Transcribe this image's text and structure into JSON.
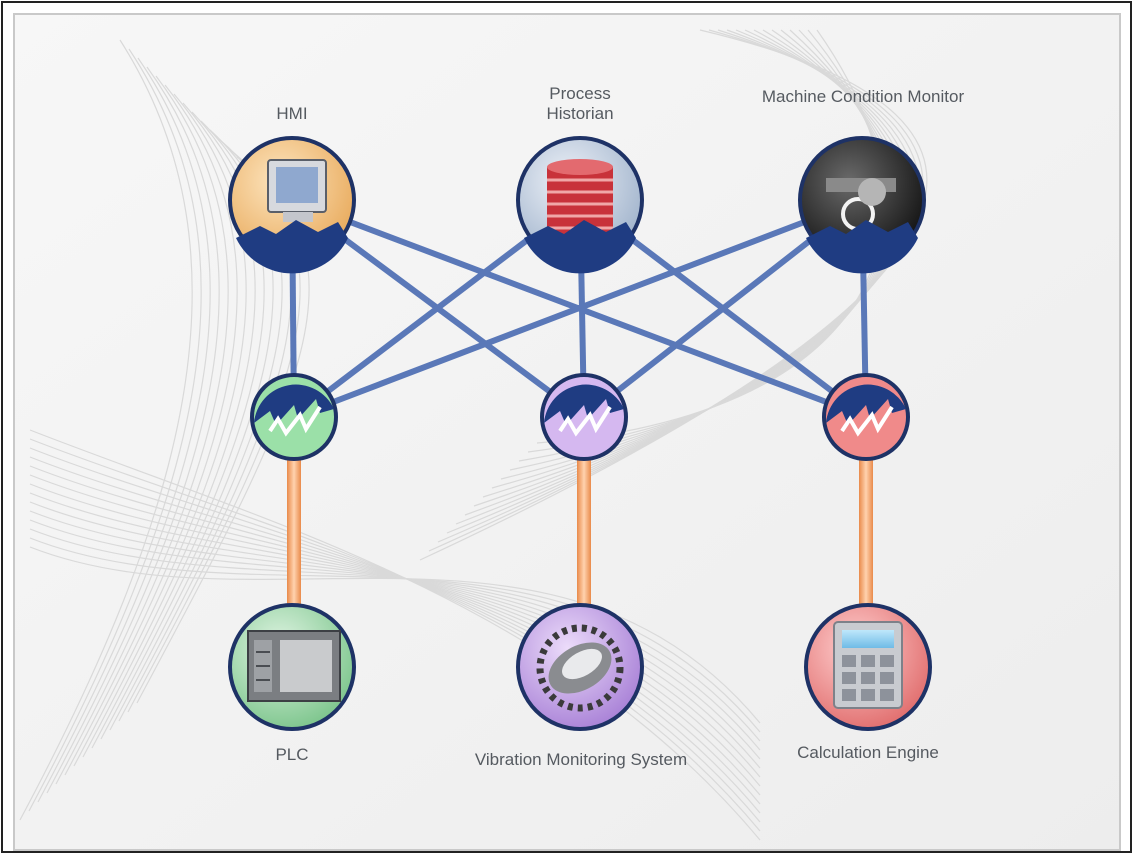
{
  "nodes": {
    "hmi": {
      "label": "HMI"
    },
    "historian": {
      "label": "Process Historian"
    },
    "mcm": {
      "label": "Machine Condition Monitor"
    },
    "plc": {
      "label": "PLC"
    },
    "vibration": {
      "label": "Vibration Monitoring System"
    },
    "calc": {
      "label": "Calculation Engine"
    }
  },
  "hubs": [
    {
      "id": "hub-left",
      "accent": "#9be0a8"
    },
    {
      "id": "hub-middle",
      "accent": "#d5b8f0"
    },
    {
      "id": "hub-right",
      "accent": "#f08a8a"
    }
  ],
  "colors": {
    "link_blue": "#5a78b8",
    "link_orange": "#f2a36a",
    "node_border": "#1e3266",
    "hmi_fill": "#f6c98a",
    "historian_fill": "#c9d6e6",
    "mcm_fill": "#202020",
    "plc_fill": "#a9dcb0",
    "vibration_fill": "#c7a6e8",
    "calc_fill": "#ef8a8a"
  },
  "connections": [
    [
      "hmi",
      "hub-left"
    ],
    [
      "hmi",
      "hub-middle"
    ],
    [
      "hmi",
      "hub-right"
    ],
    [
      "historian",
      "hub-left"
    ],
    [
      "historian",
      "hub-middle"
    ],
    [
      "historian",
      "hub-right"
    ],
    [
      "mcm",
      "hub-left"
    ],
    [
      "mcm",
      "hub-middle"
    ],
    [
      "mcm",
      "hub-right"
    ],
    [
      "hub-left",
      "plc"
    ],
    [
      "hub-middle",
      "vibration"
    ],
    [
      "hub-right",
      "calc"
    ]
  ]
}
